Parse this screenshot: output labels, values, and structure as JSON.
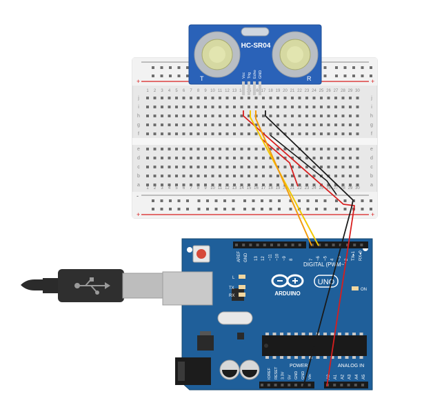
{
  "sensor": {
    "model": "HC-SR04",
    "left_mark": "T",
    "right_mark": "R",
    "pins": [
      "Vcc",
      "Trig",
      "Echo",
      "GND"
    ]
  },
  "breadboard": {
    "row_letters_top": [
      "j",
      "i",
      "h",
      "g",
      "f"
    ],
    "row_letters_bottom": [
      "e",
      "d",
      "c",
      "b",
      "a"
    ],
    "columns": [
      "1",
      "2",
      "3",
      "4",
      "5",
      "6",
      "7",
      "8",
      "9",
      "10",
      "11",
      "12",
      "13",
      "14",
      "15",
      "16",
      "17",
      "18",
      "19",
      "20",
      "21",
      "22",
      "23",
      "24",
      "25",
      "26",
      "27",
      "28",
      "29",
      "30"
    ],
    "rail_plus": "+",
    "rail_minus": "-"
  },
  "arduino": {
    "logo_text": "ARDUINO",
    "model_badge": "UNO",
    "digital_header": "DIGITAL (PWM~)",
    "power_header": "POWER",
    "analog_header": "ANALOG IN",
    "on_label": "ON",
    "tx_label": "TX",
    "rx_label": "RX",
    "l_label": "L",
    "aref_label": "AREF",
    "gnd_label": "GND",
    "digital_pins": [
      "13",
      "12",
      "~11",
      "~10",
      "~9",
      "8",
      "7",
      "~6",
      "~5",
      "4",
      "~3",
      "2",
      "TX▸1",
      "RX◂0"
    ],
    "power_pins": [
      "IOREF",
      "RESET",
      "3.3V",
      "5V",
      "GND",
      "GND",
      "Vin"
    ],
    "analog_pins": [
      "A0",
      "A1",
      "A2",
      "A3",
      "A4",
      "A5"
    ]
  },
  "colors": {
    "board_blue": "#1f5f9a",
    "breadboard_body": "#e9e9e9",
    "sensor_blue": "#2a62b8",
    "wire_red": "#d81e1e",
    "wire_black": "#1a1a1a",
    "wire_orange": "#f29b0c",
    "wire_yellow": "#f2c800"
  }
}
